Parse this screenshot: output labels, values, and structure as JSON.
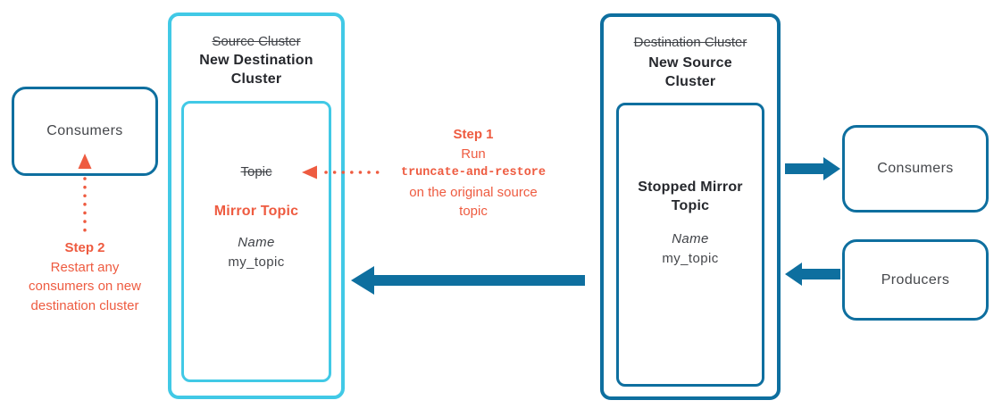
{
  "boxes": {
    "left_consumers": "Consumers",
    "right_consumers": "Consumers",
    "right_producers": "Producers"
  },
  "destination_cluster": {
    "old_title": "Source Cluster",
    "new_title": "New Destination Cluster",
    "topic": {
      "old_label": "Topic",
      "new_label": "Mirror Topic",
      "name_label": "Name",
      "name_value": "my_topic"
    }
  },
  "source_cluster": {
    "old_title": "Destination Cluster",
    "new_title": "New Source Cluster",
    "topic": {
      "label": "Stopped Mirror Topic",
      "name_label": "Name",
      "name_value": "my_topic"
    }
  },
  "steps": {
    "step1": {
      "title": "Step 1",
      "pre": "Run",
      "command": "truncate-and-restore",
      "post": "on the original source topic"
    },
    "step2": {
      "title": "Step 2",
      "text": "Restart any consumers on new destination cluster"
    }
  },
  "colors": {
    "cyan": "#41C9E6",
    "blue": "#0E6F9F",
    "orange": "#EE5B40",
    "title_dark": "#26282D",
    "body_gray": "#45474B"
  }
}
